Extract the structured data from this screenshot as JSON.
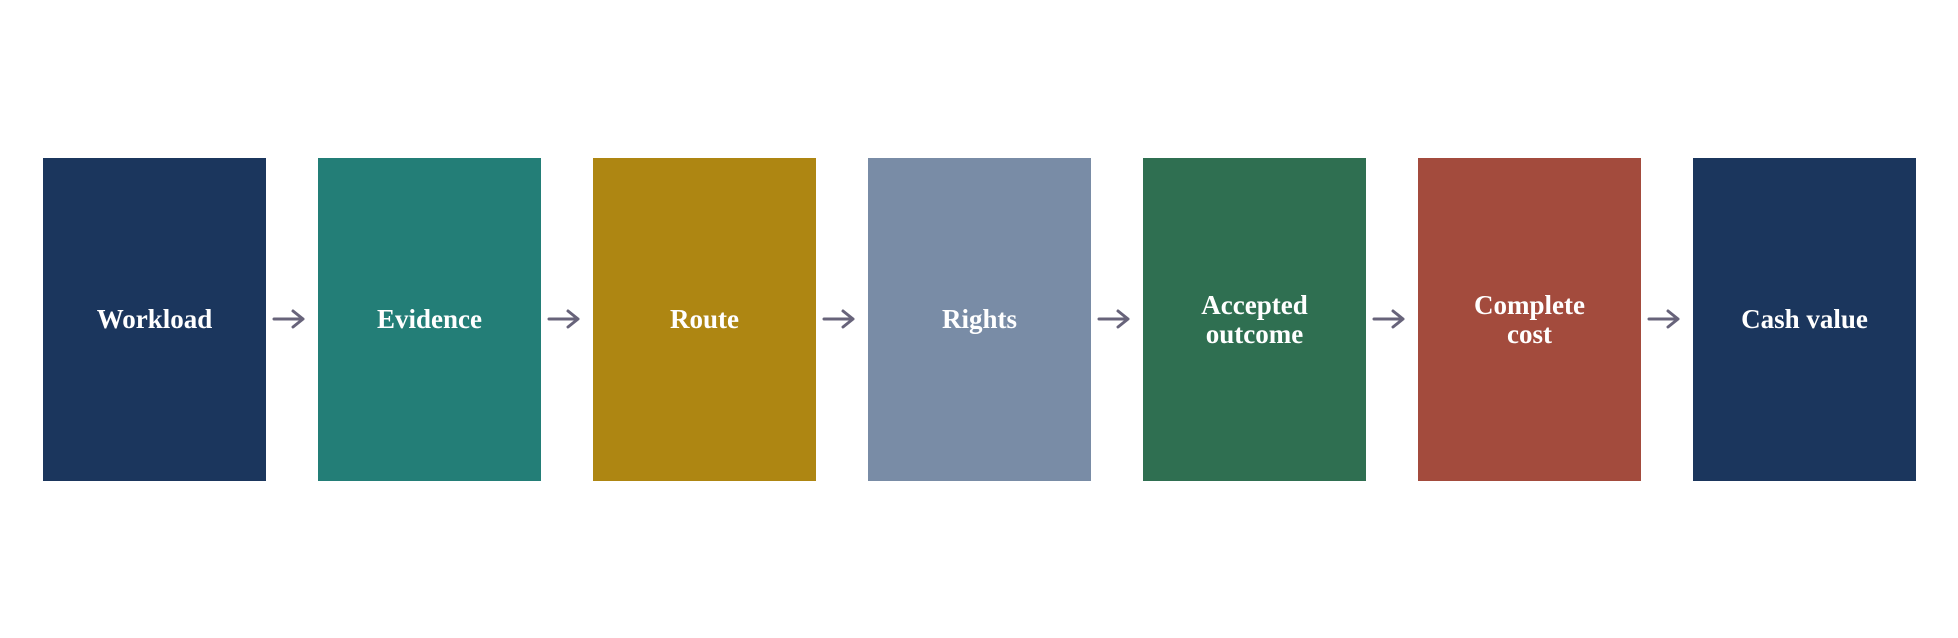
{
  "diagram": {
    "steps": [
      {
        "label": "Workload",
        "color": "#1b365d"
      },
      {
        "label": "Evidence",
        "color": "#237e77"
      },
      {
        "label": "Route",
        "color": "#ae8612"
      },
      {
        "label": "Rights",
        "color": "#798ca6"
      },
      {
        "label": "Accepted\noutcome",
        "color": "#2f6f51"
      },
      {
        "label": "Complete\ncost",
        "color": "#a34b3d"
      },
      {
        "label": "Cash value",
        "color": "#1b365d"
      }
    ],
    "arrow_color": "#67637a",
    "arrow_icon": "right-arrow-icon"
  }
}
